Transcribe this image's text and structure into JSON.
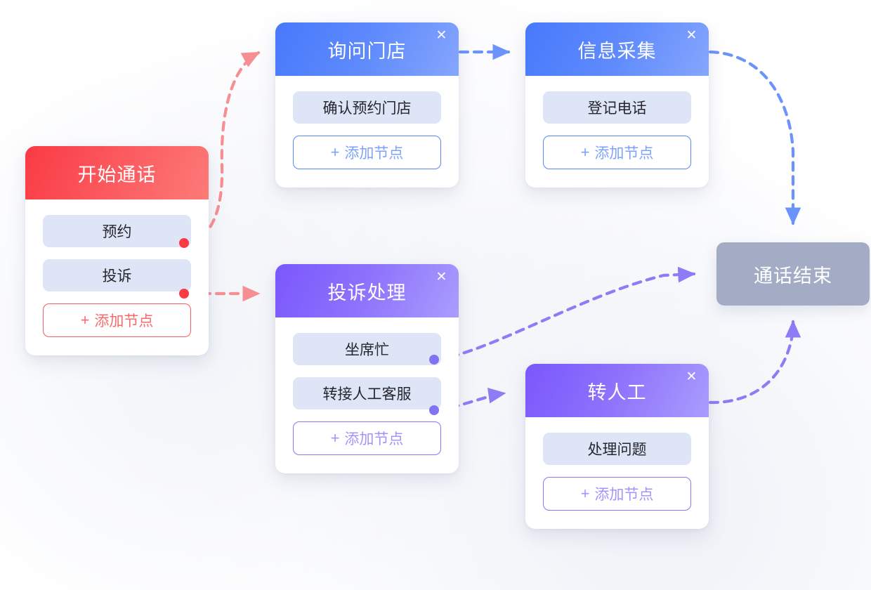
{
  "flow": {
    "nodes": [
      {
        "id": "start",
        "title": "开始通话",
        "color": "#fa3a44",
        "closable": false,
        "close_icon": "close-icon",
        "items": [
          "预约",
          "投诉"
        ],
        "add_label": "添加节点",
        "add_plus": "+"
      },
      {
        "id": "store",
        "title": "询问门店",
        "color": "#4879fb",
        "closable": true,
        "close_icon": "close-icon",
        "items": [
          "确认预约门店"
        ],
        "add_label": "添加节点",
        "add_plus": "+"
      },
      {
        "id": "info",
        "title": "信息采集",
        "color": "#4879fb",
        "closable": true,
        "close_icon": "close-icon",
        "items": [
          "登记电话"
        ],
        "add_label": "添加节点",
        "add_plus": "+"
      },
      {
        "id": "complaint",
        "title": "投诉处理",
        "color": "#7a57fc",
        "closable": true,
        "close_icon": "close-icon",
        "items": [
          "坐席忙",
          "转接人工客服"
        ],
        "add_label": "添加节点",
        "add_plus": "+"
      },
      {
        "id": "agent",
        "title": "转人工",
        "color": "#7a57fc",
        "closable": true,
        "close_icon": "close-icon",
        "items": [
          "处理问题"
        ],
        "add_label": "添加节点",
        "add_plus": "+"
      }
    ],
    "end_node": {
      "id": "end",
      "label": "通话结束",
      "color": "#a3acc4"
    },
    "edges": [
      {
        "from": "start.预约",
        "to": "store",
        "color": "#f78e92",
        "style": "dashed"
      },
      {
        "from": "start.投诉",
        "to": "complaint",
        "color": "#f78e92",
        "style": "dashed"
      },
      {
        "from": "store",
        "to": "info",
        "color": "#6b93fb",
        "style": "dashed"
      },
      {
        "from": "info",
        "to": "end",
        "color": "#6b93fb",
        "style": "dashed"
      },
      {
        "from": "complaint.坐席忙",
        "to": "end",
        "color": "#8c7cf5",
        "style": "dashed"
      },
      {
        "from": "complaint.转接人工客服",
        "to": "agent",
        "color": "#8c7cf5",
        "style": "dashed"
      },
      {
        "from": "agent",
        "to": "end",
        "color": "#8c7cf5",
        "style": "dashed"
      }
    ],
    "palette": {
      "chip_bg": "#dee5f6",
      "chip_text": "#26262e",
      "canvas_bg": "#f6f7fb",
      "card_bg": "#ffffff"
    }
  }
}
